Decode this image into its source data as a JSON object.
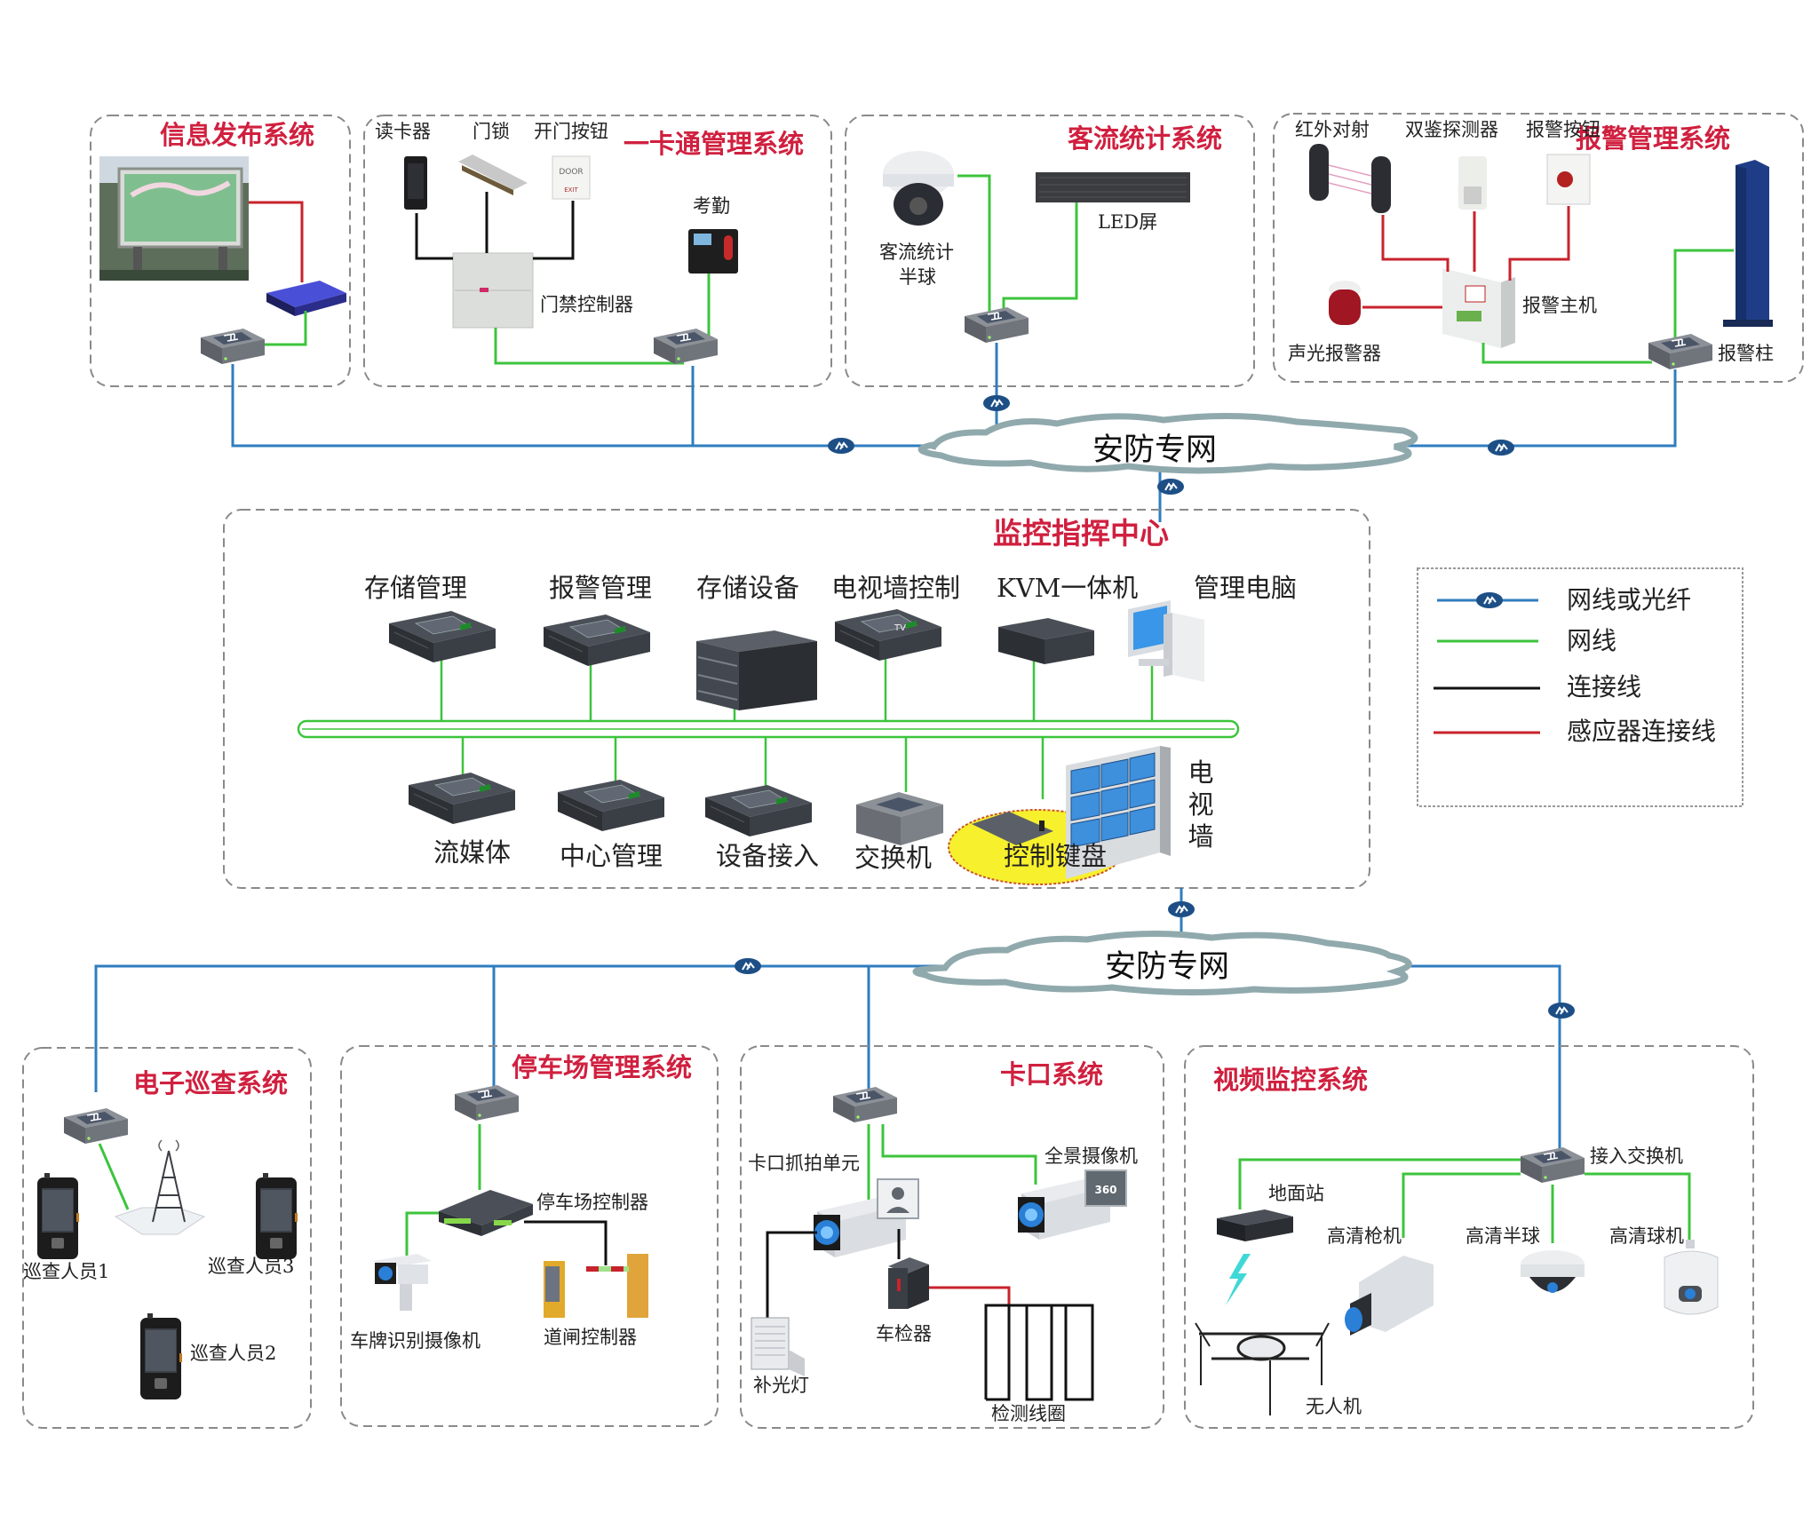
{
  "network_clouds": [
    {
      "label": "安防专网"
    },
    {
      "label": "安防专网"
    }
  ],
  "colors": {
    "fiber_line": "#2f7dbf",
    "network_line": "#3cc43c",
    "connection_line": "#111111",
    "sensor_line": "#c8232c",
    "title_red": "#d0203f",
    "box_border": "#8a8a8a"
  },
  "top_systems": {
    "info_release": {
      "title": "信息发布系统"
    },
    "one_card": {
      "title": "一卡通管理系统",
      "devices": {
        "card_reader": "读卡器",
        "door_lock": "门锁",
        "door_button": "开门按钮",
        "attendance": "考勤",
        "access_controller": "门禁控制器"
      }
    },
    "passenger_flow": {
      "title": "客流统计系统",
      "devices": {
        "counting_dome": "客流统计\n半球",
        "counting_dome_line1": "客流统计",
        "counting_dome_line2": "半球",
        "led_screen": "LED屏"
      }
    },
    "alarm": {
      "title": "报警管理系统",
      "devices": {
        "infrared_beam": "红外对射",
        "dual_detector": "双鉴探测器",
        "alarm_button": "报警按钮",
        "alarm_host": "报警主机",
        "strobe_siren": "声光报警器",
        "alarm_pillar": "报警柱"
      }
    }
  },
  "command_center": {
    "title": "监控指挥中心",
    "top_devices": [
      "存储管理",
      "报警管理",
      "存储设备",
      "电视墙控制",
      "KVM一体机",
      "管理电脑"
    ],
    "bottom_devices": [
      "流媒体",
      "中心管理",
      "设备接入",
      "交换机",
      "控制键盘"
    ],
    "tv_wall": "电视墙"
  },
  "legend": {
    "items": [
      {
        "label": "网线或光纤",
        "type": "fiber"
      },
      {
        "label": "网线",
        "type": "network"
      },
      {
        "label": "连接线",
        "type": "connection"
      },
      {
        "label": "感应器连接线",
        "type": "sensor"
      }
    ]
  },
  "bottom_systems": {
    "patrol": {
      "title": "电子巡查系统",
      "devices": {
        "patroller1": "巡查人员1",
        "patroller2": "巡查人员2",
        "patroller3": "巡查人员3"
      }
    },
    "parking": {
      "title": "停车场管理系统",
      "devices": {
        "parking_controller": "停车场控制器",
        "lpr_camera": "车牌识别摄像机",
        "barrier_controller": "道闸控制器"
      }
    },
    "checkpoint": {
      "title": "卡口系统",
      "devices": {
        "capture_unit": "卡口抓拍单元",
        "panoramic_camera": "全景摄像机",
        "vehicle_detector": "车检器",
        "fill_light": "补光灯",
        "detection_loop": "检测线圈",
        "badge_360": "360"
      }
    },
    "video": {
      "title": "视频监控系统",
      "devices": {
        "access_switch": "接入交换机",
        "ground_station": "地面站",
        "hd_bullet": "高清枪机",
        "hd_dome": "高清半球",
        "hd_speed_dome": "高清球机",
        "drone": "无人机"
      }
    }
  },
  "door_button_text": {
    "line1": "DOOR",
    "line2": "EXIT"
  },
  "tv_icon_text": "TV"
}
